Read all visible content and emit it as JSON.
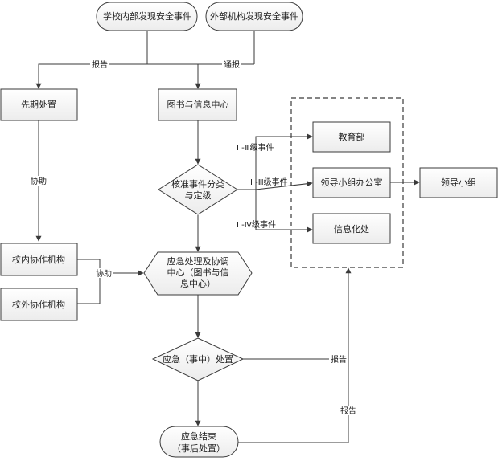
{
  "nodes": {
    "internal_event": "学校内部发现安全事件",
    "external_event": "外部机构发现安全事件",
    "initial_disposal": "先期处置",
    "library_center": "图书与信息中心",
    "classify": [
      "核准事件分类",
      "与定级"
    ],
    "emergency_center": [
      "应急处理及协调",
      "中心（图书与信",
      "息中心）"
    ],
    "internal_coop": "校内协作机构",
    "external_coop": "校外协作机构",
    "emergency_disposal": "应急（事中）处置",
    "emergency_end": [
      "应急结束",
      "（事后处置）"
    ],
    "education_dept": "教育部",
    "leader_office": "领导小组办公室",
    "info_office": "信息化处",
    "leader_group": "领导小组"
  },
  "edges": {
    "report": "报告",
    "notify": "通报",
    "assist": "协助",
    "level_1_3a": "Ⅰ -Ⅲ级事件",
    "level_1_3b": "Ⅰ -Ⅲ级事件",
    "level_1_4": "Ⅰ -Ⅳ级事件",
    "report_mid": "报告",
    "report_end": "报告"
  },
  "colors": {
    "stroke": "#3a3a3a",
    "fill": "#f2f2f2",
    "text": "#222222"
  }
}
